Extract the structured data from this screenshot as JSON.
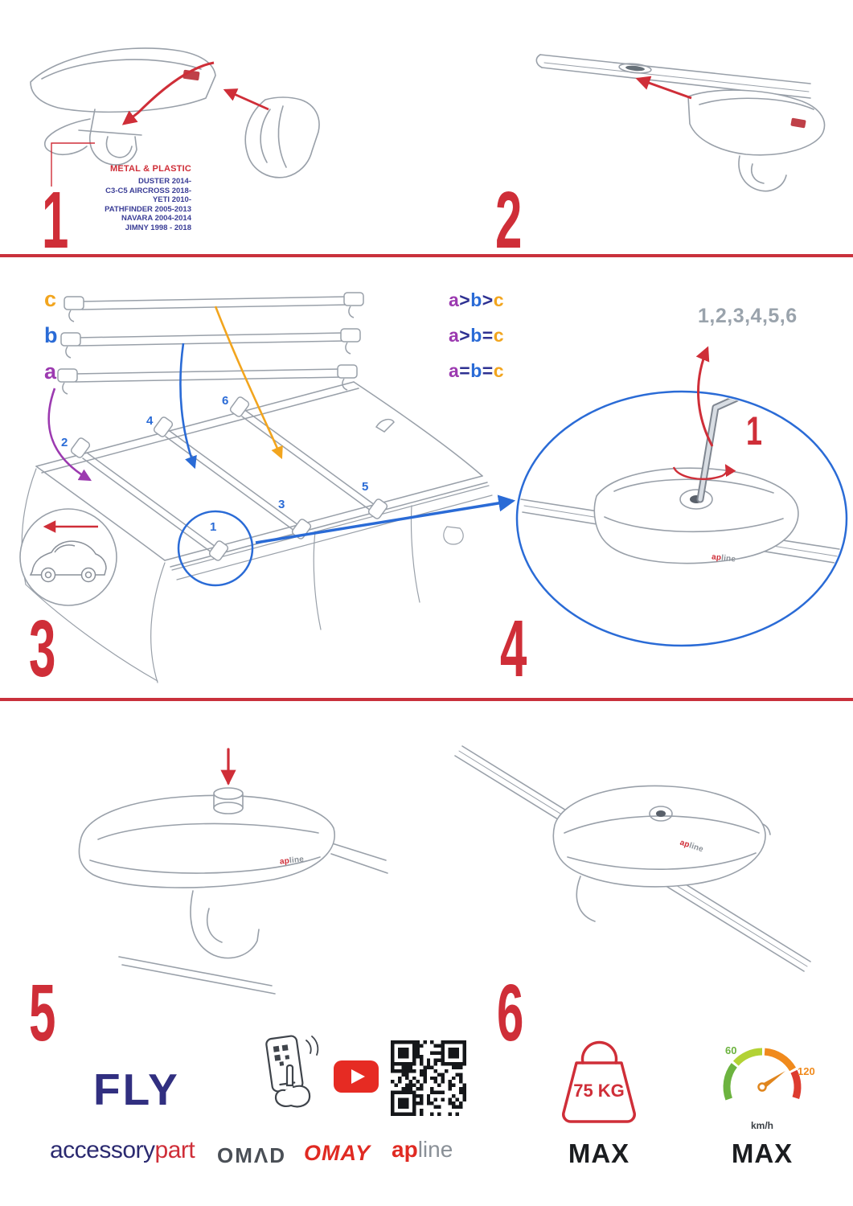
{
  "steps": [
    "1",
    "2",
    "3",
    "4",
    "5",
    "6"
  ],
  "panel1": {
    "material_label": "METAL & PLASTIC",
    "models": [
      "DUSTER 2014-",
      "C3-C5 AIRCROSS 2018-",
      "YETI 2010-",
      "PATHFINDER 2005-2013",
      "NAVARA 2004-2014",
      "JIMNY 1998 - 2018"
    ]
  },
  "panel3": {
    "bar_a": "a",
    "bar_b": "b",
    "bar_c": "c",
    "formulas": [
      {
        "l1": "a",
        "op1": ">",
        "l2": "b",
        "op2": ">",
        "l3": "c"
      },
      {
        "l1": "a",
        "op1": ">",
        "l2": "b",
        "op2": "=",
        "l3": "c"
      },
      {
        "l1": "a",
        "op1": "=",
        "l2": "b",
        "op2": "=",
        "l3": "c"
      }
    ],
    "positions": [
      "1",
      "2",
      "3",
      "4",
      "5",
      "6"
    ]
  },
  "panel4": {
    "sequence": "1,2,3,4,5,6",
    "first_step": "1"
  },
  "product": {
    "logo_ap": "ap",
    "logo_line": "line"
  },
  "footer": {
    "model_name": "FLY",
    "brand_accessory": "accessory",
    "brand_part": "part",
    "brand_omad": "OMΛD",
    "brand_omay": "OMAY",
    "weight_limit": "75 KG",
    "weight_max": "MAX",
    "speed_low": "60",
    "speed_high": "120",
    "speed_unit": "km/h",
    "speed_max": "MAX"
  },
  "colors": {
    "red": "#cf2e38",
    "navy": "#312f80",
    "blue": "#2a6bd6",
    "purple": "#9c3ab0",
    "orange": "#f2a51e"
  }
}
